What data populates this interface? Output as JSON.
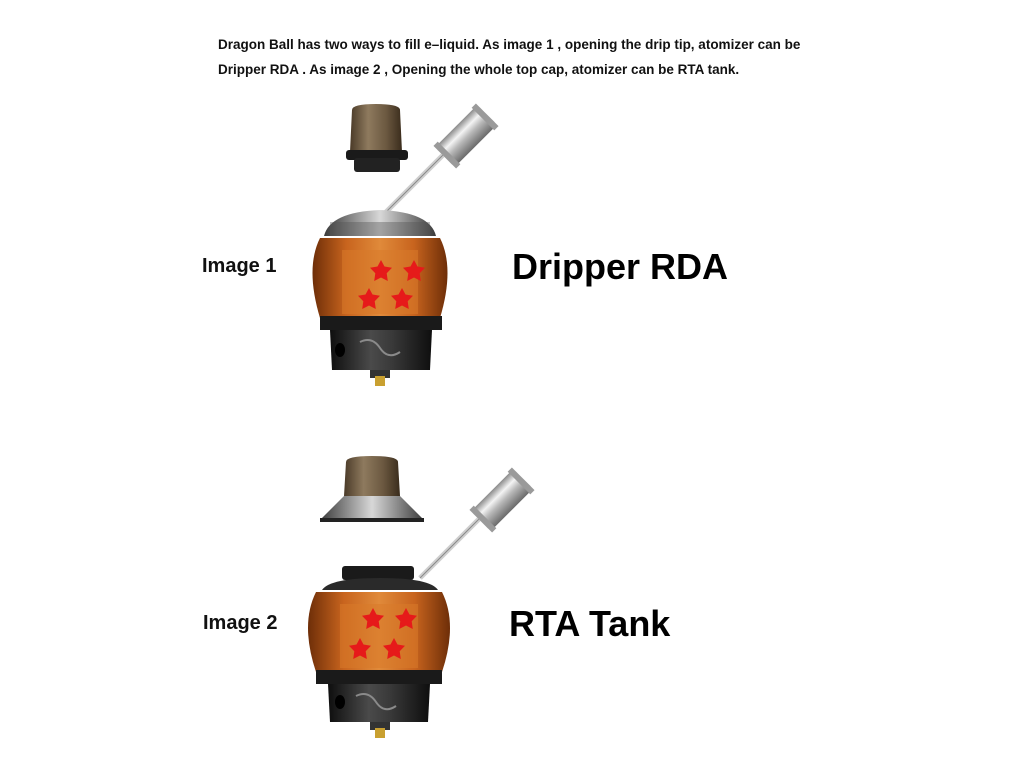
{
  "description": {
    "line1": "Dragon Ball has two ways to fill e–liquid. As image 1 , opening the drip tip, atomizer can be",
    "line2": "Dripper RDA . As image 2 , Opening the whole top cap, atomizer can be RTA tank."
  },
  "sections": [
    {
      "label": "Image 1",
      "mode": "Dripper RDA"
    },
    {
      "label": "Image 2",
      "mode": "RTA Tank"
    }
  ],
  "colors": {
    "liquid": "#c8641e",
    "metal": "#2a2a2a",
    "star": "#e61a1a",
    "drip_tip": "#7a6850"
  }
}
